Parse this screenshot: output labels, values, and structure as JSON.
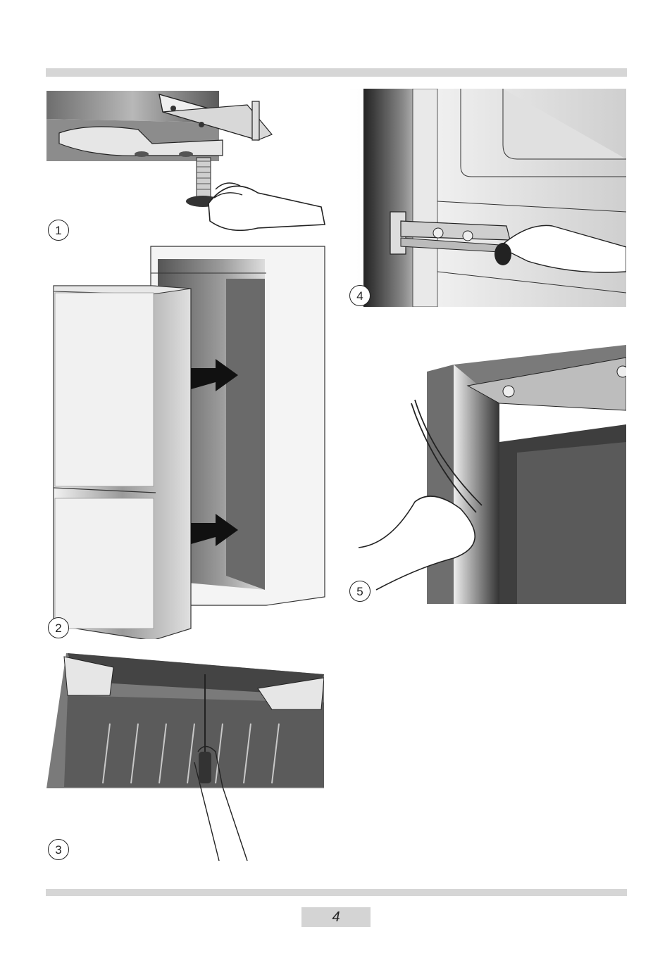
{
  "figures": [
    {
      "id": "fig-1",
      "label": "1"
    },
    {
      "id": "fig-2",
      "label": "2"
    },
    {
      "id": "fig-3",
      "label": "3"
    },
    {
      "id": "fig-4",
      "label": "4"
    },
    {
      "id": "fig-5",
      "label": "5"
    }
  ],
  "footer": {
    "page_number": "4"
  },
  "colors": {
    "bar": "#d6d6d6",
    "ink": "#222222"
  }
}
